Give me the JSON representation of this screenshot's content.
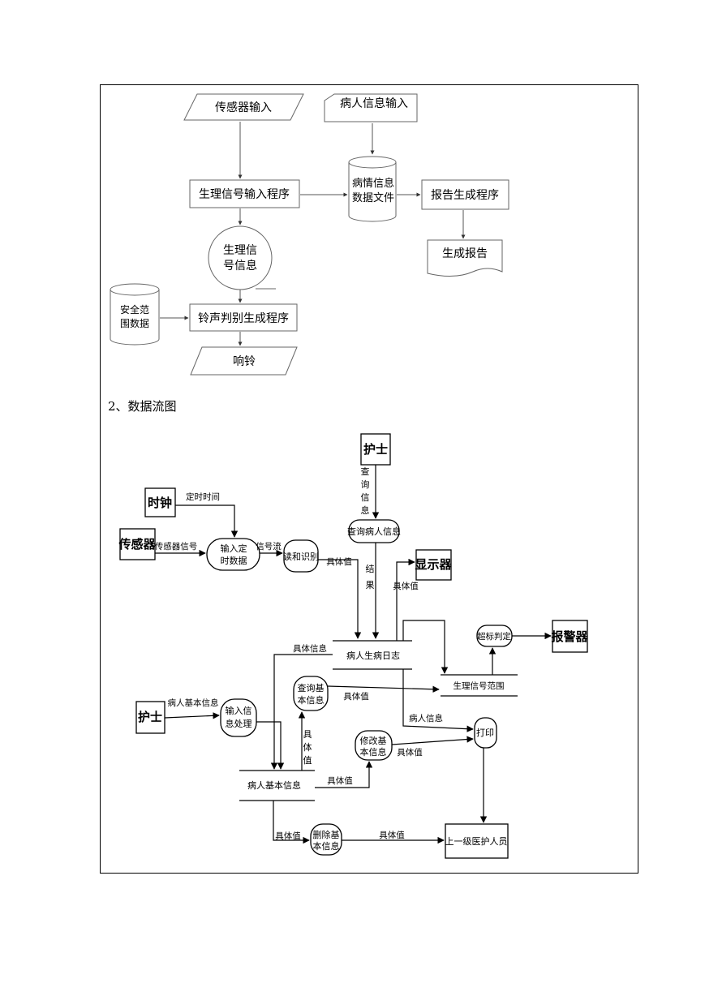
{
  "section_heading": "2、数据流图",
  "flowchart": {
    "sensor_input": "传感器输入",
    "patient_info_input": "病人信息输入",
    "signal_input_program": "生理信号输入程序",
    "condition_file": [
      "病情信息",
      "数据文件"
    ],
    "report_program": "报告生成程序",
    "generate_report": "生成报告",
    "signal_info": [
      "生理信",
      "号信息"
    ],
    "safe_range_data": [
      "安全范",
      "围数据"
    ],
    "bell_program": "铃声判别生成程序",
    "ring": "响铃"
  },
  "dfd": {
    "nurse_top": "护士",
    "query_info_label": [
      "查",
      "询",
      "信",
      "息"
    ],
    "clock": "时钟",
    "timing_label": "定时时间",
    "sensor": "传感器",
    "sensor_signal_label": "传感器信号",
    "input_timing": [
      "输入定",
      "时数据"
    ],
    "signal_flow_label": "信号流",
    "read_identify": "读和识别",
    "value_label_1": "具体值",
    "query_patient": "查询病人信息",
    "result_label": [
      "结",
      "果"
    ],
    "display": "显示器",
    "value_label_2": "具体值",
    "over_limit": "超标判定",
    "alarm": "报警器",
    "detail_info_label": "具体信息",
    "patient_log": "病人生病日志",
    "signal_range": "生理信号范围",
    "query_basic": [
      "查询基",
      "本信息"
    ],
    "value_label_3": "具体值",
    "nurse_left": "护士",
    "patient_basic_label": "病人基本信息",
    "input_info": [
      "输入信",
      "息处理"
    ],
    "value_vertical": [
      "具",
      "体",
      "值"
    ],
    "patient_info_label": "病人信息",
    "print": "打印",
    "modify_basic": [
      "修改基",
      "本信息"
    ],
    "value_label_4": "具体值",
    "patient_basic_store": "病人基本信息",
    "value_label_5": "具体值",
    "value_label_6": "具体值",
    "delete_basic": [
      "删除基",
      "本信息"
    ],
    "value_label_7": "具体值",
    "superior_staff": "上一级医护人员"
  }
}
